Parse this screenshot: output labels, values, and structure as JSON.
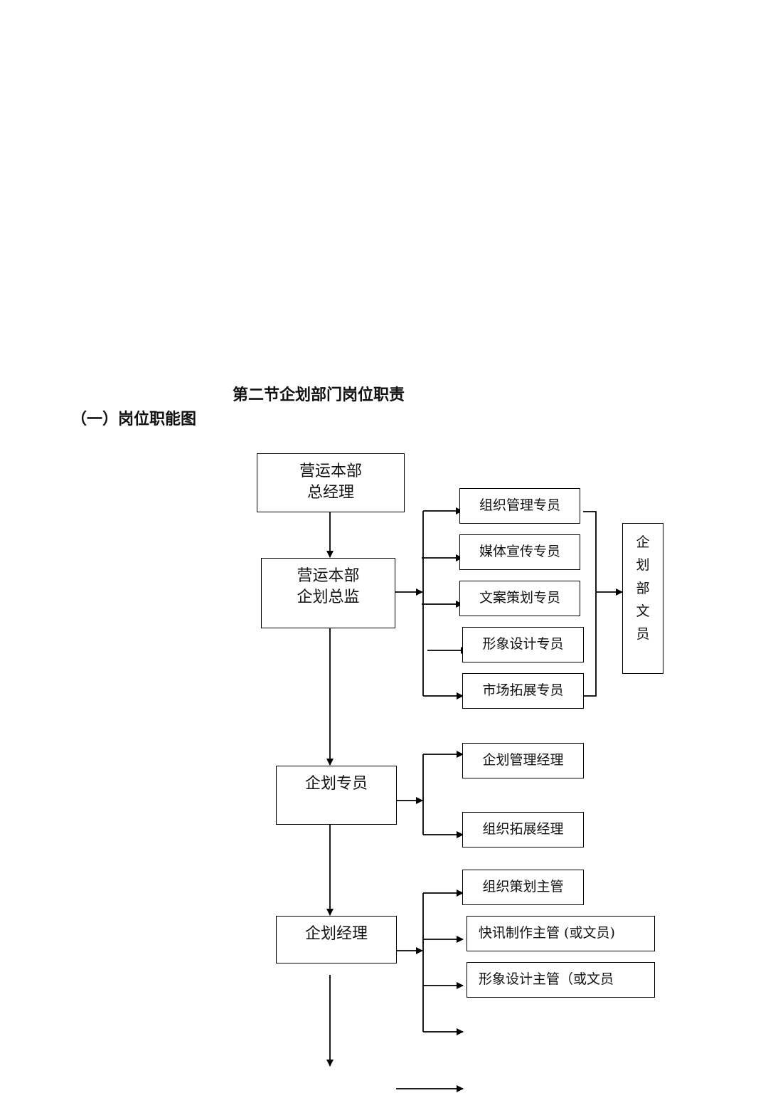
{
  "document": {
    "section_title": "第二节企划部门岗位职责",
    "sub_title": "（一）岗位职能图"
  },
  "diagram": {
    "main_chain": {
      "general_manager": {
        "line1": "营运本部",
        "line2": "总经理"
      },
      "planning_director": {
        "line1": "营运本部",
        "line2": "企划总监"
      },
      "planning_specialist": "企划专员",
      "planning_manager": "企划经理"
    },
    "director_reports": [
      "组织管理专员",
      "媒体宣传专员",
      "文案策划专员",
      "形象设计专员",
      "市场拓展专员"
    ],
    "planning_clerk": [
      "企",
      "划",
      "部",
      "文",
      "员"
    ],
    "specialist_reports": [
      "企划管理经理",
      "组织拓展经理"
    ],
    "manager_reports": [
      "组织策划主管",
      "快讯制作主管 (或文员)",
      "形象设计主管（或文员"
    ]
  }
}
